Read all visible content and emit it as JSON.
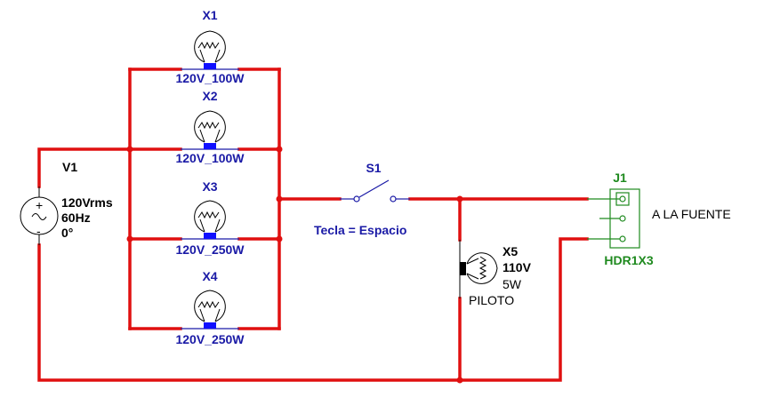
{
  "colors": {
    "wire": "#e01010",
    "component_label": "#1a1aa6",
    "connector": "#1f8a1f",
    "text": "#000000",
    "background": "#ffffff"
  },
  "source": {
    "ref": "V1",
    "voltage": "120Vrms",
    "frequency": "60Hz",
    "phase": "0°",
    "plus_sign": "+",
    "minus_sign": "-",
    "icon": "ac-source-icon"
  },
  "lamps": [
    {
      "ref": "X1",
      "value": "120V_100W",
      "icon": "lamp-icon"
    },
    {
      "ref": "X2",
      "value": "120V_100W",
      "icon": "lamp-icon"
    },
    {
      "ref": "X3",
      "value": "120V_250W",
      "icon": "lamp-icon"
    },
    {
      "ref": "X4",
      "value": "120V_250W",
      "icon": "lamp-icon"
    }
  ],
  "switch": {
    "ref": "S1",
    "key": "Tecla = Espacio",
    "icon": "spst-switch-icon"
  },
  "pilot_lamp": {
    "ref": "X5",
    "voltage": "110V",
    "power": "5W",
    "label": "PILOTO",
    "icon": "lamp-icon"
  },
  "connector": {
    "ref": "J1",
    "type": "HDR1X3",
    "note": "A LA FUENTE",
    "icon": "header-connector-icon"
  }
}
